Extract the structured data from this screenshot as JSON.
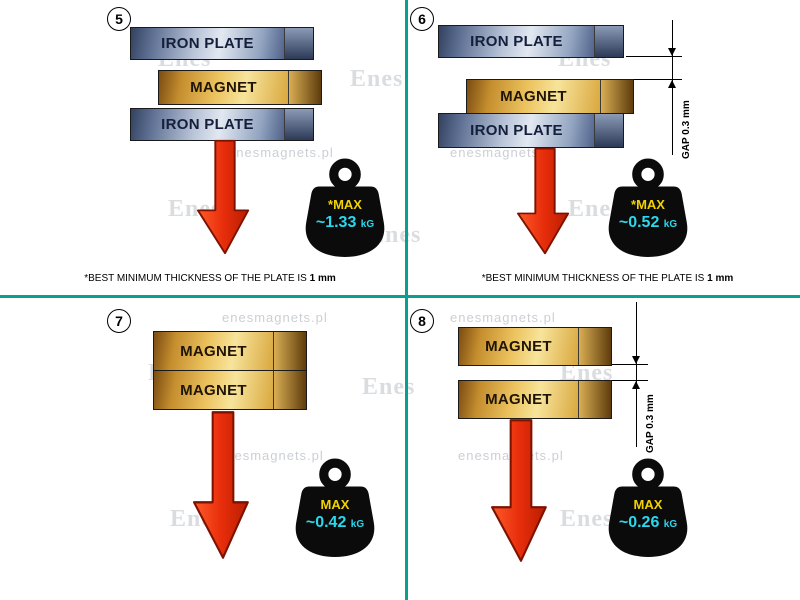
{
  "watermark": {
    "site": "enesmagnets.pl",
    "logo": "Enes"
  },
  "colors": {
    "divider": "#0aa08e",
    "arrow_red": "#e63211",
    "value_cyan": "#2bd9ef",
    "max_yellow": "#f2d200"
  },
  "panels": [
    {
      "number": "5",
      "bars": [
        {
          "label": "IRON PLATE"
        },
        {
          "label": "MAGNET"
        },
        {
          "label": "IRON PLATE"
        }
      ],
      "weight": {
        "label": "*MAX",
        "value": "~1.33",
        "unit": "kG"
      },
      "footnote": {
        "text": "*BEST MINIMUM THICKNESS OF THE PLATE IS",
        "bold": "1 mm"
      }
    },
    {
      "number": "6",
      "bars": [
        {
          "label": "IRON PLATE"
        },
        {
          "label": "MAGNET"
        },
        {
          "label": "IRON PLATE"
        }
      ],
      "gap_label": "GAP  0.3 mm",
      "weight": {
        "label": "*MAX",
        "value": "~0.52",
        "unit": "kG"
      },
      "footnote": {
        "text": "*BEST MINIMUM THICKNESS OF THE PLATE IS",
        "bold": "1 mm"
      }
    },
    {
      "number": "7",
      "bars": [
        {
          "label": "MAGNET"
        },
        {
          "label": "MAGNET"
        }
      ],
      "weight": {
        "label": "MAX",
        "value": "~0.42",
        "unit": "kG"
      }
    },
    {
      "number": "8",
      "bars": [
        {
          "label": "MAGNET"
        },
        {
          "label": "MAGNET"
        }
      ],
      "gap_label": "GAP  0.3 mm",
      "weight": {
        "label": "MAX",
        "value": "~0.26",
        "unit": "kG"
      }
    }
  ]
}
